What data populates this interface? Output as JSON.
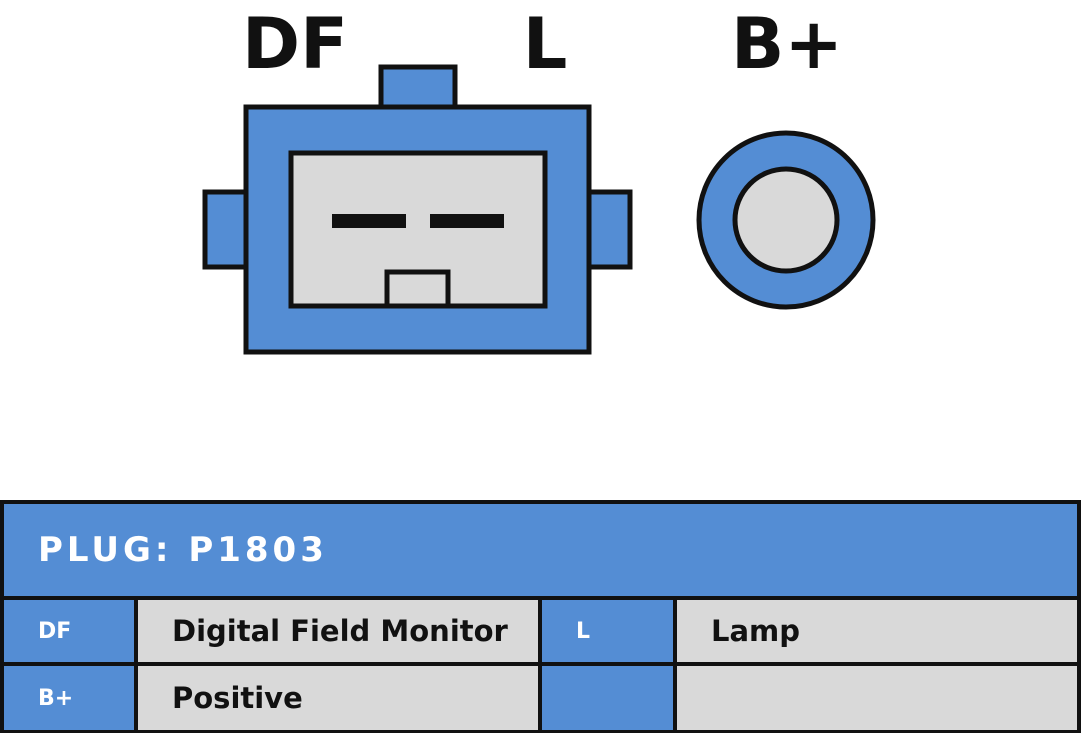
{
  "diagram": {
    "terminal_labels": [
      "DF",
      "L",
      "B+"
    ],
    "colors": {
      "blue": "#548dd4",
      "gray": "#d9d9d9",
      "outline": "#111111"
    }
  },
  "table": {
    "title": "PLUG: P1803",
    "rows": [
      [
        {
          "code": "DF",
          "desc": "Digital Field Monitor"
        },
        {
          "code": "L",
          "desc": "Lamp"
        }
      ],
      [
        {
          "code": "B+",
          "desc": "Positive"
        },
        {
          "code": "",
          "desc": ""
        }
      ]
    ]
  }
}
